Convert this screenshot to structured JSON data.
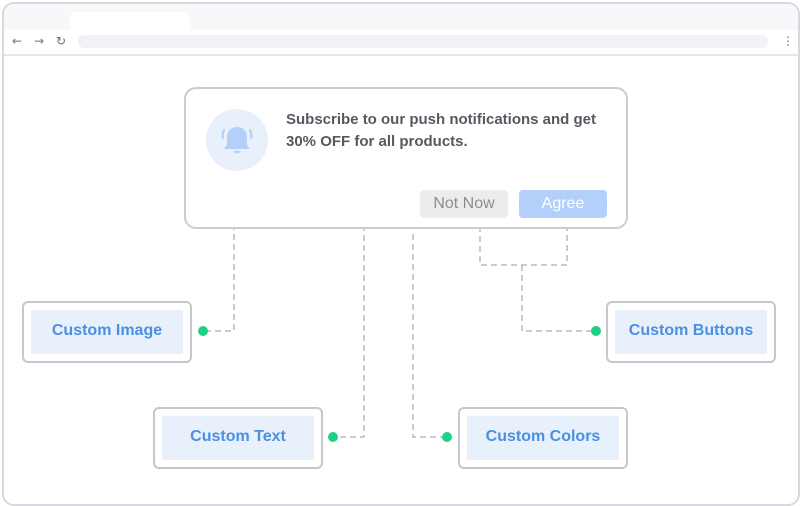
{
  "popup": {
    "message": "Subscribe to our push notifications and get 30% OFF for all products.",
    "buttons": {
      "not_now": "Not Now",
      "agree": "Agree"
    },
    "icon": "bell-icon"
  },
  "callouts": {
    "image": "Custom Image",
    "text": "Custom Text",
    "colors": "Custom Colors",
    "buttons": "Custom Buttons"
  },
  "browser": {
    "back_icon": "←",
    "forward_icon": "→",
    "reload_icon": "↻",
    "menu_icon": "⋮"
  },
  "colors": {
    "accent": "#4a90e2",
    "label_bg": "#e8f0fc",
    "agree_bg": "#b3d0fa",
    "connector_dot": "#1ed086",
    "border": "#c4c7cc"
  }
}
